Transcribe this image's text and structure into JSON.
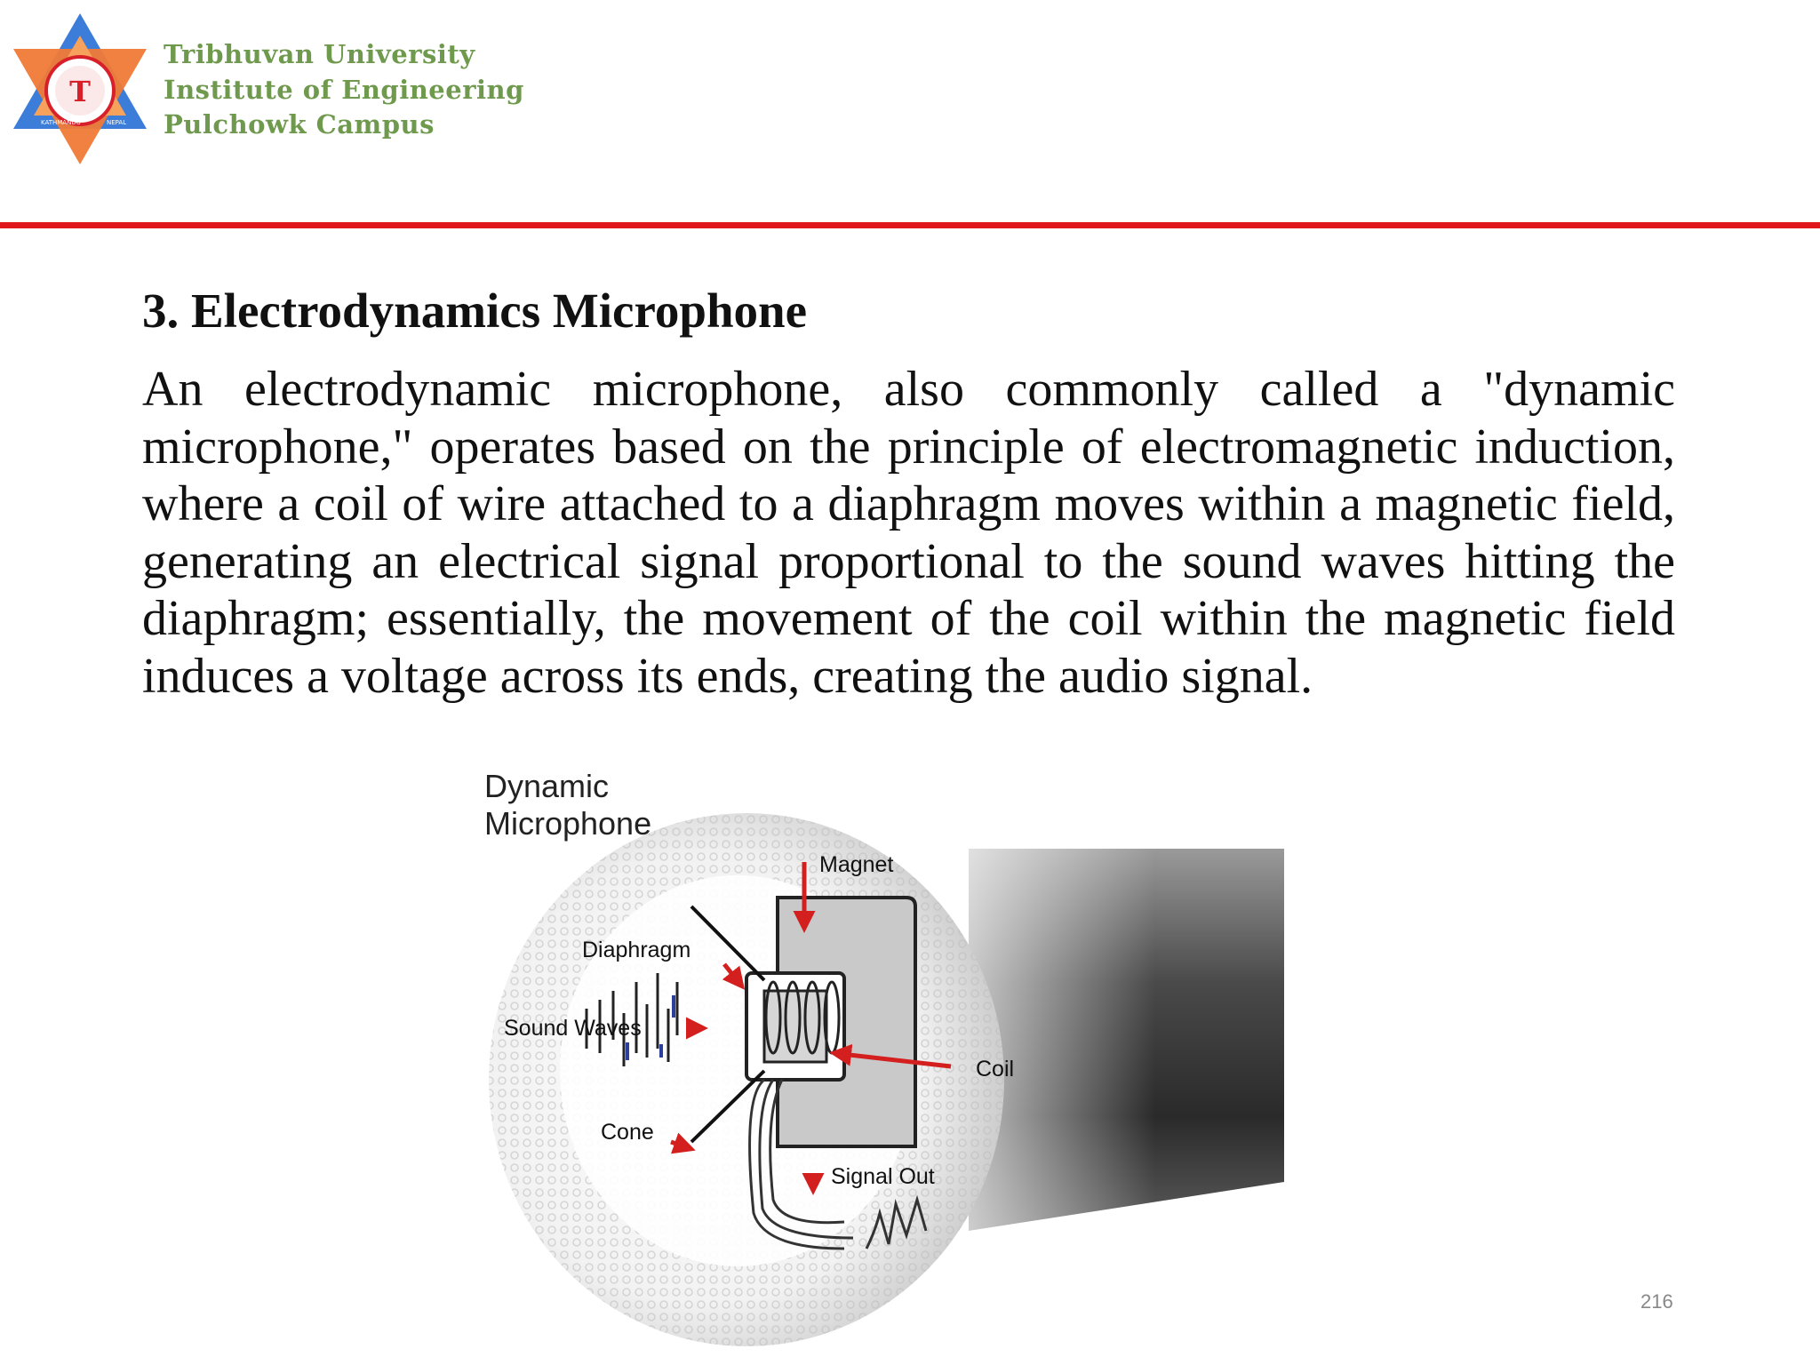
{
  "header": {
    "institution_lines": [
      "Tribhuvan University",
      "Institute of Engineering",
      "Pulchowk Campus"
    ],
    "logo": {
      "icon": "tribhuvan-university-star-logo",
      "emblem_letter": "T",
      "ring_text_left": "KATHMANDU",
      "ring_text_right": "NEPAL",
      "colors": {
        "blue": "#3b7dd8",
        "orange": "#f07a36",
        "red": "#d8202a"
      }
    },
    "text_color": "#6f9a4e",
    "divider_color": "#e0181c"
  },
  "slide": {
    "title": "3. Electrodynamics Microphone",
    "body": "An electrodynamic microphone, also commonly called a \"dynamic microphone,\" operates based on the principle of electromagnetic induction, where a coil of wire attached to a diaphragm moves within a magnetic field, generating an electrical signal proportional to the sound waves hitting the diaphragm; essentially, the movement of the coil within the magnetic field induces a voltage across its ends, creating the audio signal.",
    "page_number": "216"
  },
  "diagram": {
    "title_line1": "Dynamic",
    "title_line2": "Microphone",
    "labels": {
      "magnet": "Magnet",
      "diaphragm": "Diaphragm",
      "sound_waves": "Sound Waves",
      "coil": "Coil",
      "cone": "Cone",
      "signal_out": "Signal Out"
    },
    "arrow_color": "#d41f1f"
  }
}
